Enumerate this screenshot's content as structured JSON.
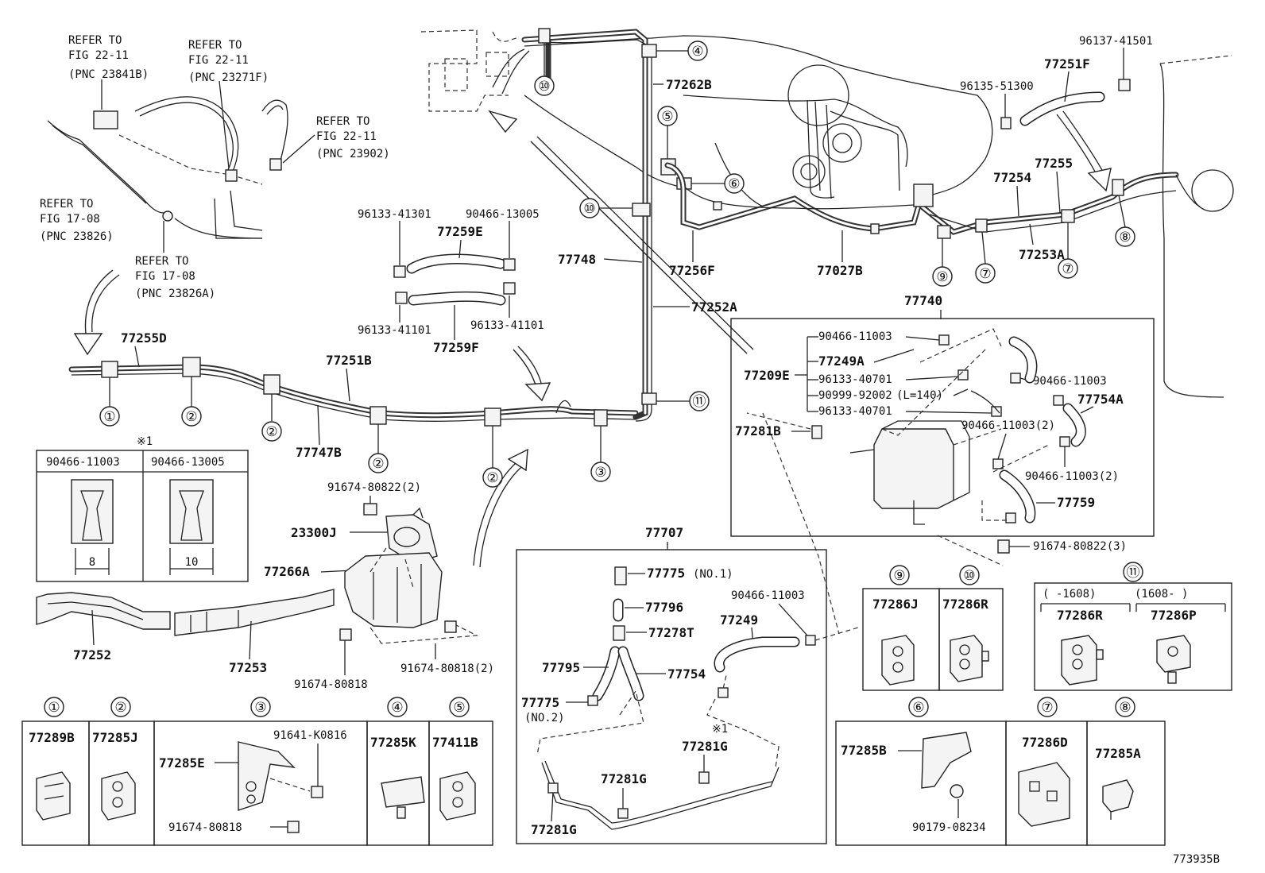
{
  "refer": [
    {
      "l1": "REFER TO",
      "l2": "FIG 22-11",
      "l3": "(PNC 23841B)"
    },
    {
      "l1": "REFER TO",
      "l2": "FIG 22-11",
      "l3": "(PNC 23271F)"
    },
    {
      "l1": "REFER TO",
      "l2": "FIG 22-11",
      "l3": "(PNC 23902)"
    },
    {
      "l1": "REFER TO",
      "l2": "FIG 17-08",
      "l3": "(PNC 23826)"
    },
    {
      "l1": "REFER TO",
      "l2": "FIG 17-08",
      "l3": "(PNC 23826A)"
    }
  ],
  "parts": {
    "p77255D": "77255D",
    "p77251B": "77251B",
    "p77747B": "77747B",
    "p96133_41301": "96133-41301",
    "p90466_13005": "90466-13005",
    "p77259E": "77259E",
    "p96133_41101a": "96133-41101",
    "p96133_41101b": "96133-41101",
    "p77259F": "77259F",
    "p77748": "77748",
    "p77262B": "77262B",
    "p77252A": "77252A",
    "p77256F": "77256F",
    "p77027B": "77027B",
    "p96137_41501": "96137-41501",
    "p77251F": "77251F",
    "p96135_51300": "96135-51300",
    "p77255": "77255",
    "p77254": "77254",
    "p77253A": "77253A",
    "p77740": "77740",
    "p91674_80822_2": "91674-80822(2)",
    "p23300J": "23300J",
    "p77266A": "77266A",
    "p77252": "77252",
    "p77253": "77253",
    "p91674_80818a": "91674-80818",
    "p91674_80818_2": "91674-80818(2)",
    "p77707": "77707",
    "p77775_1": "77775",
    "p77775_1note": "(NO.1)",
    "p77796": "77796",
    "p77278T": "77278T",
    "p77795": "77795",
    "p77754": "77754",
    "p77775_2": "77775",
    "p77775_2note": "(NO.2)",
    "p90466_11003c": "90466-11003",
    "p77249": "77249",
    "p77281G_a": "77281G",
    "p77281G_b": "77281G",
    "p77281G_c": "77281G",
    "ref1": "※1",
    "p91674_80822_3": "91674-80822(3)",
    "c_90466_11003a": "90466-11003",
    "c_77249A": "77249A",
    "c_77209E": "77209E",
    "c_96133_40701a": "96133-40701",
    "c_90466_11003b": "90466-11003",
    "c_90999": "90999-92002",
    "c_90999note": "(L=140)",
    "c_96133_40701b": "96133-40701",
    "c_77754A": "77754A",
    "c_77281B": "77281B",
    "c_90466_11003_2a": "90466-11003(2)",
    "c_90466_11003_2b": "90466-11003(2)",
    "c_77759": "77759",
    "fig_id": "773935B"
  },
  "clip_table": {
    "mark": "※1",
    "cols": [
      {
        "part": "90466-11003",
        "dim": "8"
      },
      {
        "part": "90466-13005",
        "dim": "10"
      }
    ]
  },
  "clip_boxes_bottom": [
    {
      "num": "①",
      "part": "77289B"
    },
    {
      "num": "②",
      "part": "77285J"
    },
    {
      "num": "③",
      "part": "77285E",
      "sub1": "91641-K0816",
      "sub2": "91674-80818"
    },
    {
      "num": "④",
      "part": "77285K"
    },
    {
      "num": "⑤",
      "part": "77411B"
    }
  ],
  "clip_boxes_right": [
    {
      "num": "⑥",
      "part": "77285B",
      "sub1": "90179-08234"
    },
    {
      "num": "⑦",
      "part": "77286D"
    },
    {
      "num": "⑧",
      "part": "77285A"
    }
  ],
  "clip_boxes_mid": [
    {
      "num": "⑨",
      "part": "77286J"
    },
    {
      "num": "⑩",
      "part": "77286R"
    }
  ],
  "clip_box_11": {
    "num": "⑪",
    "range_a": "(    -1608)",
    "range_b": "(1608-    )",
    "part_a": "77286R",
    "part_b": "77286P"
  },
  "callouts": {
    "c1": "①",
    "c2a": "②",
    "c2b": "②",
    "c2c": "②",
    "c2d": "②",
    "c3": "③",
    "c4": "④",
    "c5": "⑤",
    "c6": "⑥",
    "c7a": "⑦",
    "c7b": "⑦",
    "c8": "⑧",
    "c9": "⑨",
    "c10a": "⑩",
    "c10b": "⑩",
    "c11": "⑪"
  }
}
